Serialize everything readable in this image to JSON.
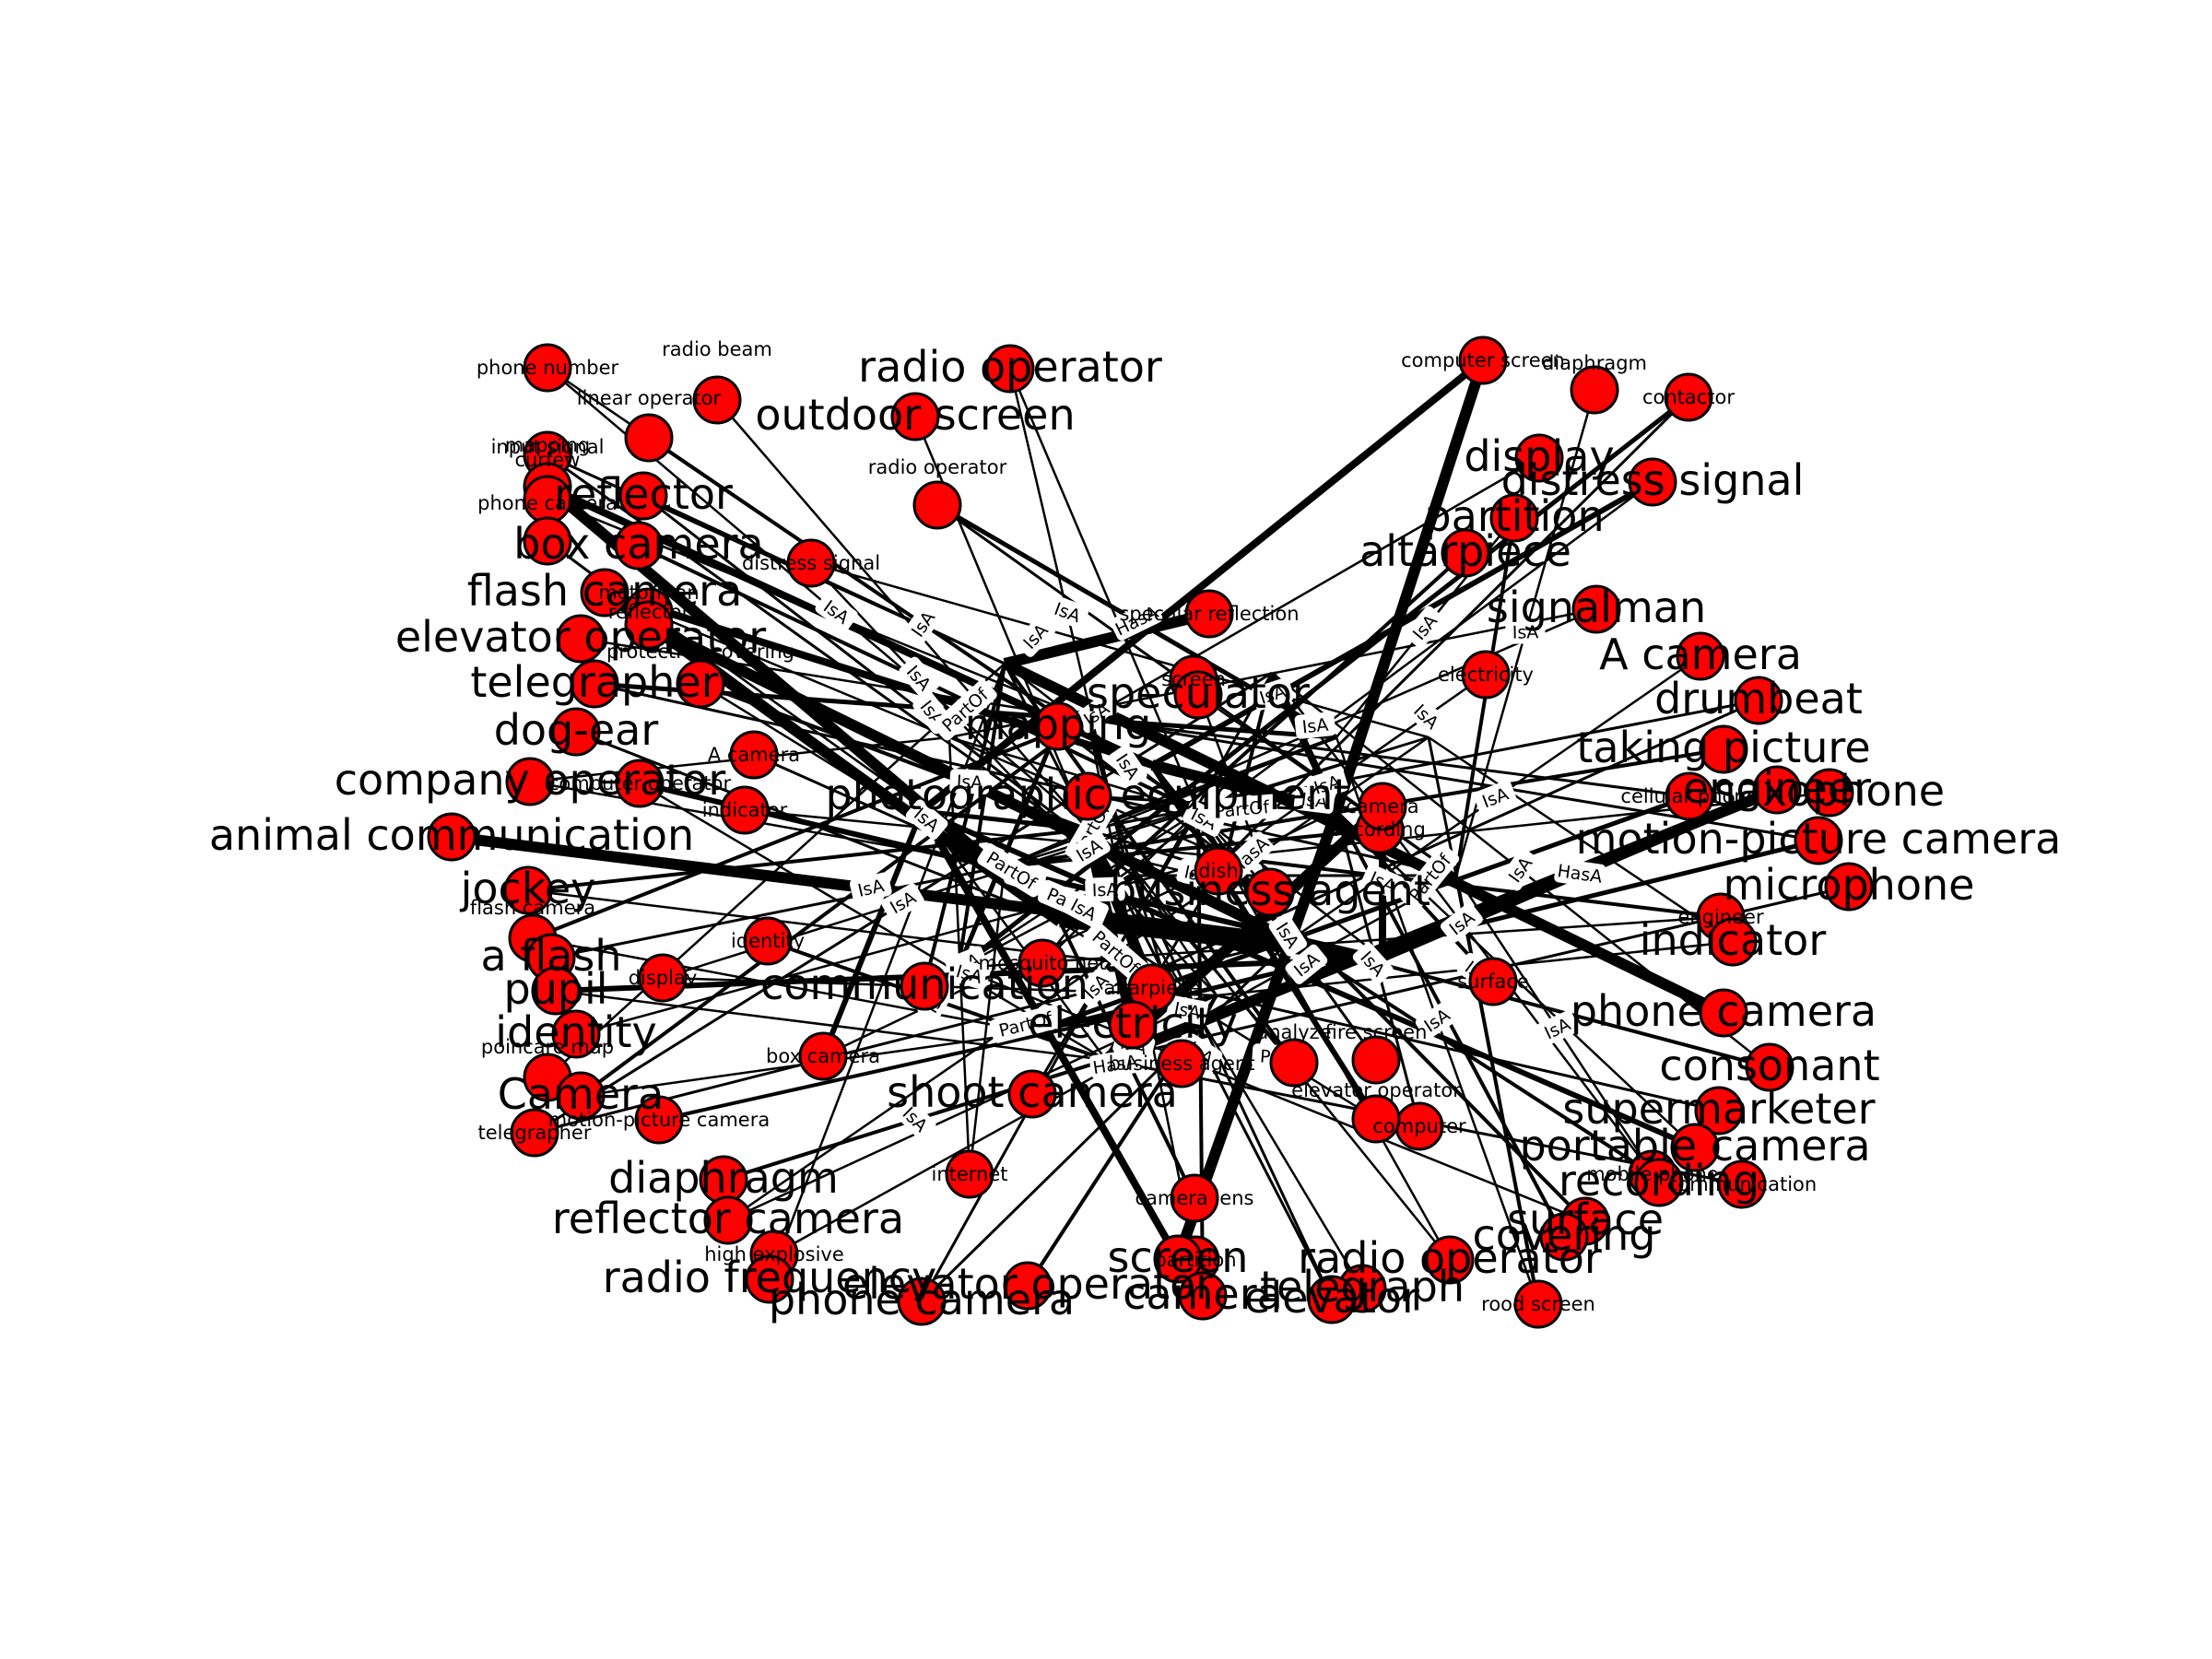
{
  "colors": {
    "node_fill": "#ff0000",
    "node_stroke": "#000000",
    "edge": "#000000",
    "background": "#ffffff"
  },
  "relations": [
    "IsA",
    "PartOf",
    "HasA"
  ],
  "nodes": [
    {
      "id": "phone number",
      "size": "s"
    },
    {
      "id": "radio beam",
      "size": "s"
    },
    {
      "id": "mapping",
      "size": "s"
    },
    {
      "id": "linear operator",
      "size": "s"
    },
    {
      "id": "input signal",
      "size": "s"
    },
    {
      "id": "curfew",
      "size": "s"
    },
    {
      "id": "radio operator",
      "size": "s"
    },
    {
      "id": "phone camera",
      "size": "s"
    },
    {
      "id": "reflector",
      "size": "s"
    },
    {
      "id": "motorman",
      "size": "s"
    },
    {
      "id": "protective covering",
      "size": "s"
    },
    {
      "id": "A camera",
      "size": "s"
    },
    {
      "id": "computer operator",
      "size": "s"
    },
    {
      "id": "indicator",
      "size": "s"
    },
    {
      "id": "flash camera",
      "size": "s"
    },
    {
      "id": "identity",
      "size": "s"
    },
    {
      "id": "display",
      "size": "s"
    },
    {
      "id": "poincare map",
      "size": "s"
    },
    {
      "id": "telegrapher",
      "size": "s"
    },
    {
      "id": "motion-picture camera",
      "size": "s"
    },
    {
      "id": "computer screen",
      "size": "s"
    },
    {
      "id": "diaphragm",
      "size": "s"
    },
    {
      "id": "contactor",
      "size": "s"
    },
    {
      "id": "computer",
      "size": "s"
    },
    {
      "id": "mosquito net",
      "size": "s"
    },
    {
      "id": "altarpiece",
      "size": "s"
    },
    {
      "id": "analyze",
      "size": "s"
    },
    {
      "id": "fire screen",
      "size": "s"
    },
    {
      "id": "elevator operator",
      "size": "s"
    },
    {
      "id": "partition",
      "size": "s"
    },
    {
      "id": "rood screen",
      "size": "s"
    },
    {
      "id": "camera lens",
      "size": "s"
    },
    {
      "id": "internet",
      "size": "s"
    },
    {
      "id": "screen",
      "size": "s"
    },
    {
      "id": "dish",
      "size": "s"
    },
    {
      "id": "recording",
      "size": "s"
    },
    {
      "id": "camera",
      "size": "s"
    },
    {
      "id": "electricity",
      "size": "s"
    },
    {
      "id": "cellular phone",
      "size": "s"
    },
    {
      "id": "communication",
      "size": "s"
    },
    {
      "id": "distress signal",
      "size": "s"
    },
    {
      "id": "specular reflection",
      "size": "s"
    },
    {
      "id": "mobile phone",
      "size": "s"
    },
    {
      "id": "business agent",
      "size": "s"
    },
    {
      "id": "box camera",
      "size": "s"
    },
    {
      "id": "high explosive",
      "size": "s"
    },
    {
      "id": "engineer",
      "size": "s"
    },
    {
      "id": "surface",
      "size": "s"
    },
    {
      "id": "radio operator",
      "size": "l"
    },
    {
      "id": "outdoor screen",
      "size": "l"
    },
    {
      "id": "reflector",
      "size": "l"
    },
    {
      "id": "box camera",
      "size": "l"
    },
    {
      "id": "flash camera",
      "size": "l"
    },
    {
      "id": "elevator operator",
      "size": "l"
    },
    {
      "id": "telegrapher",
      "size": "l"
    },
    {
      "id": "dog-ear",
      "size": "l"
    },
    {
      "id": "company operator",
      "size": "l"
    },
    {
      "id": "animal communication",
      "size": "l"
    },
    {
      "id": "jockey",
      "size": "l"
    },
    {
      "id": "a flash",
      "size": "l"
    },
    {
      "id": "pupil",
      "size": "l"
    },
    {
      "id": "identity",
      "size": "l"
    },
    {
      "id": "Camera",
      "size": "l"
    },
    {
      "id": "diaphragm",
      "size": "l"
    },
    {
      "id": "reflector camera",
      "size": "l"
    },
    {
      "id": "radio frequency",
      "size": "l"
    },
    {
      "id": "phone camera",
      "size": "l"
    },
    {
      "id": "elevator operator",
      "size": "l"
    },
    {
      "id": "screen",
      "size": "l"
    },
    {
      "id": "speculator",
      "size": "l"
    },
    {
      "id": "mapping",
      "size": "l"
    },
    {
      "id": "photographic equipment",
      "size": "l"
    },
    {
      "id": "business agent",
      "size": "l"
    },
    {
      "id": "electricity",
      "size": "l"
    },
    {
      "id": "communication",
      "size": "l"
    },
    {
      "id": "shoot camera",
      "size": "l"
    },
    {
      "id": "distress signal",
      "size": "l"
    },
    {
      "id": "display",
      "size": "l"
    },
    {
      "id": "partition",
      "size": "l"
    },
    {
      "id": "altarpiece",
      "size": "l"
    },
    {
      "id": "signalman",
      "size": "l"
    },
    {
      "id": "A camera",
      "size": "l"
    },
    {
      "id": "drumbeat",
      "size": "l"
    },
    {
      "id": "taking picture",
      "size": "l"
    },
    {
      "id": "engineer",
      "size": "l"
    },
    {
      "id": "saxophone",
      "size": "l"
    },
    {
      "id": "motion-picture camera",
      "size": "l"
    },
    {
      "id": "microphone",
      "size": "l"
    },
    {
      "id": "indicator",
      "size": "l"
    },
    {
      "id": "phone camera",
      "size": "l"
    },
    {
      "id": "consonant",
      "size": "l"
    },
    {
      "id": "supermarketer",
      "size": "l"
    },
    {
      "id": "portable camera",
      "size": "l"
    },
    {
      "id": "recording",
      "size": "l"
    },
    {
      "id": "surface",
      "size": "l"
    },
    {
      "id": "covering",
      "size": "l"
    },
    {
      "id": "radio operator",
      "size": "l"
    },
    {
      "id": "telegraph",
      "size": "l"
    },
    {
      "id": "elevator",
      "size": "l"
    },
    {
      "id": "camera",
      "size": "l"
    }
  ]
}
